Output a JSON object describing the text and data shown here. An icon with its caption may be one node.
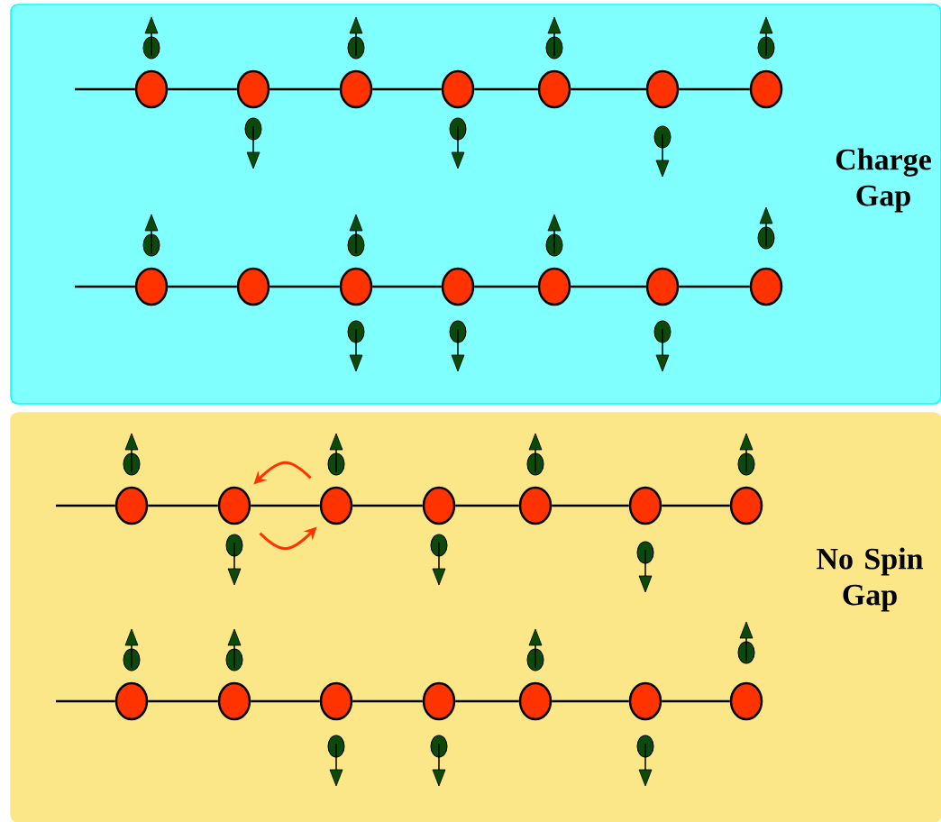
{
  "diagram": {
    "nodes": [
      {
        "text": [
          "Charge Gap"
        ]
      },
      {
        "text": [],
        "shape": "circle",
        "in": 0
      },
      {
        "text": [],
        "shape": "circle",
        "in": 0
      },
      {
        "text": [],
        "shape": "circle",
        "in": 0
      },
      {
        "text": [],
        "shape": "circle",
        "in": 0
      },
      {
        "text": [],
        "shape": "circle",
        "in": 0
      },
      {
        "text": [],
        "shape": "circle",
        "in": 0
      },
      {
        "text": [],
        "shape": "circle",
        "in": 0
      },
      {
        "text": [],
        "shape": "circle",
        "in": 0
      },
      {
        "text": [],
        "shape": "circle",
        "in": 0
      },
      {
        "text": [],
        "shape": "circle",
        "in": 0
      },
      {
        "text": [],
        "shape": "circle",
        "in": 0
      },
      {
        "text": [],
        "shape": "circle",
        "in": 0
      },
      {
        "text": [],
        "shape": "circle",
        "in": 0
      },
      {
        "text": [],
        "shape": "circle",
        "in": 0
      },
      {
        "text": [
          "No Spin Gap"
        ]
      },
      {
        "text": [],
        "shape": "circle",
        "in": 15
      },
      {
        "text": [],
        "shape": "circle",
        "in": 15
      },
      {
        "text": [],
        "shape": "circle",
        "in": 15
      },
      {
        "text": [],
        "shape": "circle",
        "in": 15
      },
      {
        "text": [],
        "shape": "circle",
        "in": 15
      },
      {
        "text": [],
        "shape": "circle",
        "in": 15
      },
      {
        "text": [],
        "shape": "circle",
        "in": 15
      },
      {
        "text": [],
        "shape": "circle",
        "in": 15
      },
      {
        "text": [],
        "shape": "circle",
        "in": 15
      },
      {
        "text": [],
        "shape": "circle",
        "in": 15
      },
      {
        "text": [],
        "shape": "circle",
        "in": 15
      },
      {
        "text": [],
        "shape": "circle",
        "in": 15
      },
      {
        "text": [],
        "shape": "circle",
        "in": 15
      },
      {
        "text": [],
        "shape": "circle",
        "in": 15
      }
    ],
    "edges": [
      {
        "from": null,
        "to": 1,
        "arrow": "none"
      },
      {
        "from": 1,
        "to": 2,
        "arrow": "none"
      },
      {
        "from": 2,
        "to": 3,
        "arrow": "none"
      },
      {
        "from": 3,
        "to": 4,
        "arrow": "none"
      },
      {
        "from": 4,
        "to": 5,
        "arrow": "none"
      },
      {
        "from": 5,
        "to": 6,
        "arrow": "none"
      },
      {
        "from": 6,
        "to": 7,
        "arrow": "none"
      },
      {
        "from": null,
        "to": 8,
        "arrow": "none"
      },
      {
        "from": 8,
        "to": 9,
        "arrow": "none"
      },
      {
        "from": 9,
        "to": 10,
        "arrow": "none"
      },
      {
        "from": 10,
        "to": 11,
        "arrow": "none"
      },
      {
        "from": 11,
        "to": 12,
        "arrow": "none"
      },
      {
        "from": 12,
        "to": 13,
        "arrow": "none"
      },
      {
        "from": 13,
        "to": 14,
        "arrow": "none"
      },
      {
        "from": null,
        "to": 16,
        "arrow": "none"
      },
      {
        "from": 16,
        "to": 17,
        "arrow": "none"
      },
      {
        "from": 17,
        "to": 18,
        "arrow": "none"
      },
      {
        "from": 18,
        "to": 19,
        "arrow": "none"
      },
      {
        "from": 19,
        "to": 20,
        "arrow": "none"
      },
      {
        "from": 20,
        "to": 21,
        "arrow": "none"
      },
      {
        "from": 21,
        "to": 22,
        "arrow": "none"
      },
      {
        "from": null,
        "to": 23,
        "arrow": "none"
      },
      {
        "from": 23,
        "to": 24,
        "arrow": "none"
      },
      {
        "from": 24,
        "to": 25,
        "arrow": "none"
      },
      {
        "from": 25,
        "to": 26,
        "arrow": "none"
      },
      {
        "from": 26,
        "to": 27,
        "arrow": "none"
      },
      {
        "from": 27,
        "to": 28,
        "arrow": "none"
      },
      {
        "from": 28,
        "to": 29,
        "arrow": "none"
      },
      {
        "from": 18,
        "to": 17,
        "arrow": "to",
        "color": "#ff3300"
      },
      {
        "from": 17,
        "to": 18,
        "arrow": "to",
        "color": "#ff3300"
      }
    ]
  }
}
